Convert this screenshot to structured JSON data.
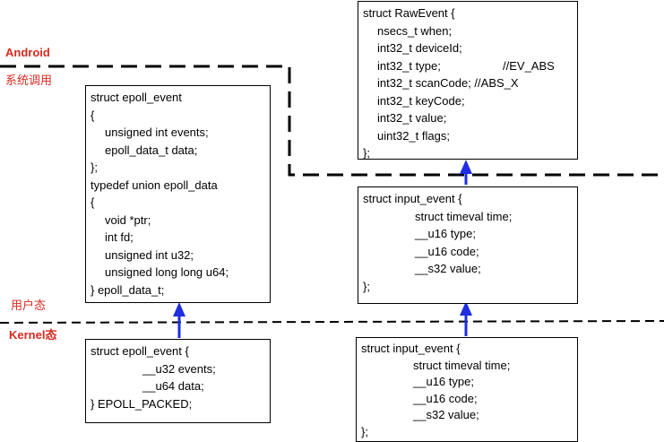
{
  "labels": {
    "android": "Android",
    "syscall": "系统调用",
    "userspace": "用户态",
    "kernel": "Kernel态"
  },
  "boxes": {
    "raw_event": {
      "lines": [
        "struct RawEvent {",
        "nsecs_t when;",
        "int32_t deviceId;",
        "int32_t type;",
        "int32_t scanCode;",
        "int32_t keyCode;",
        "int32_t value;",
        "uint32_t flags;",
        "};"
      ],
      "comments": {
        "type": "//EV_ABS",
        "scanCode": "//ABS_X"
      }
    },
    "epoll_user": {
      "lines": [
        "struct epoll_event",
        "{",
        "unsigned int events;",
        "epoll_data_t data;",
        "};",
        "typedef union epoll_data",
        "{",
        "void *ptr;",
        "int fd;",
        "unsigned int u32;",
        "unsigned long long u64;",
        "} epoll_data_t;"
      ]
    },
    "input_user": {
      "lines": [
        "struct input_event {",
        "struct timeval time;",
        "__u16 type;",
        "__u16 code;",
        "__s32 value;",
        "};"
      ]
    },
    "epoll_kernel": {
      "lines": [
        "struct epoll_event {",
        "__u32 events;",
        "__u64 data;",
        "} EPOLL_PACKED;"
      ]
    },
    "input_kernel": {
      "lines": [
        "struct input_event {",
        "struct timeval time;",
        "__u16 type;",
        "__u16 code;",
        "__s32 value;",
        "};"
      ]
    }
  },
  "colors": {
    "label": "#d62a1f",
    "arrow": "#1f2ee0",
    "line": "#000000"
  }
}
